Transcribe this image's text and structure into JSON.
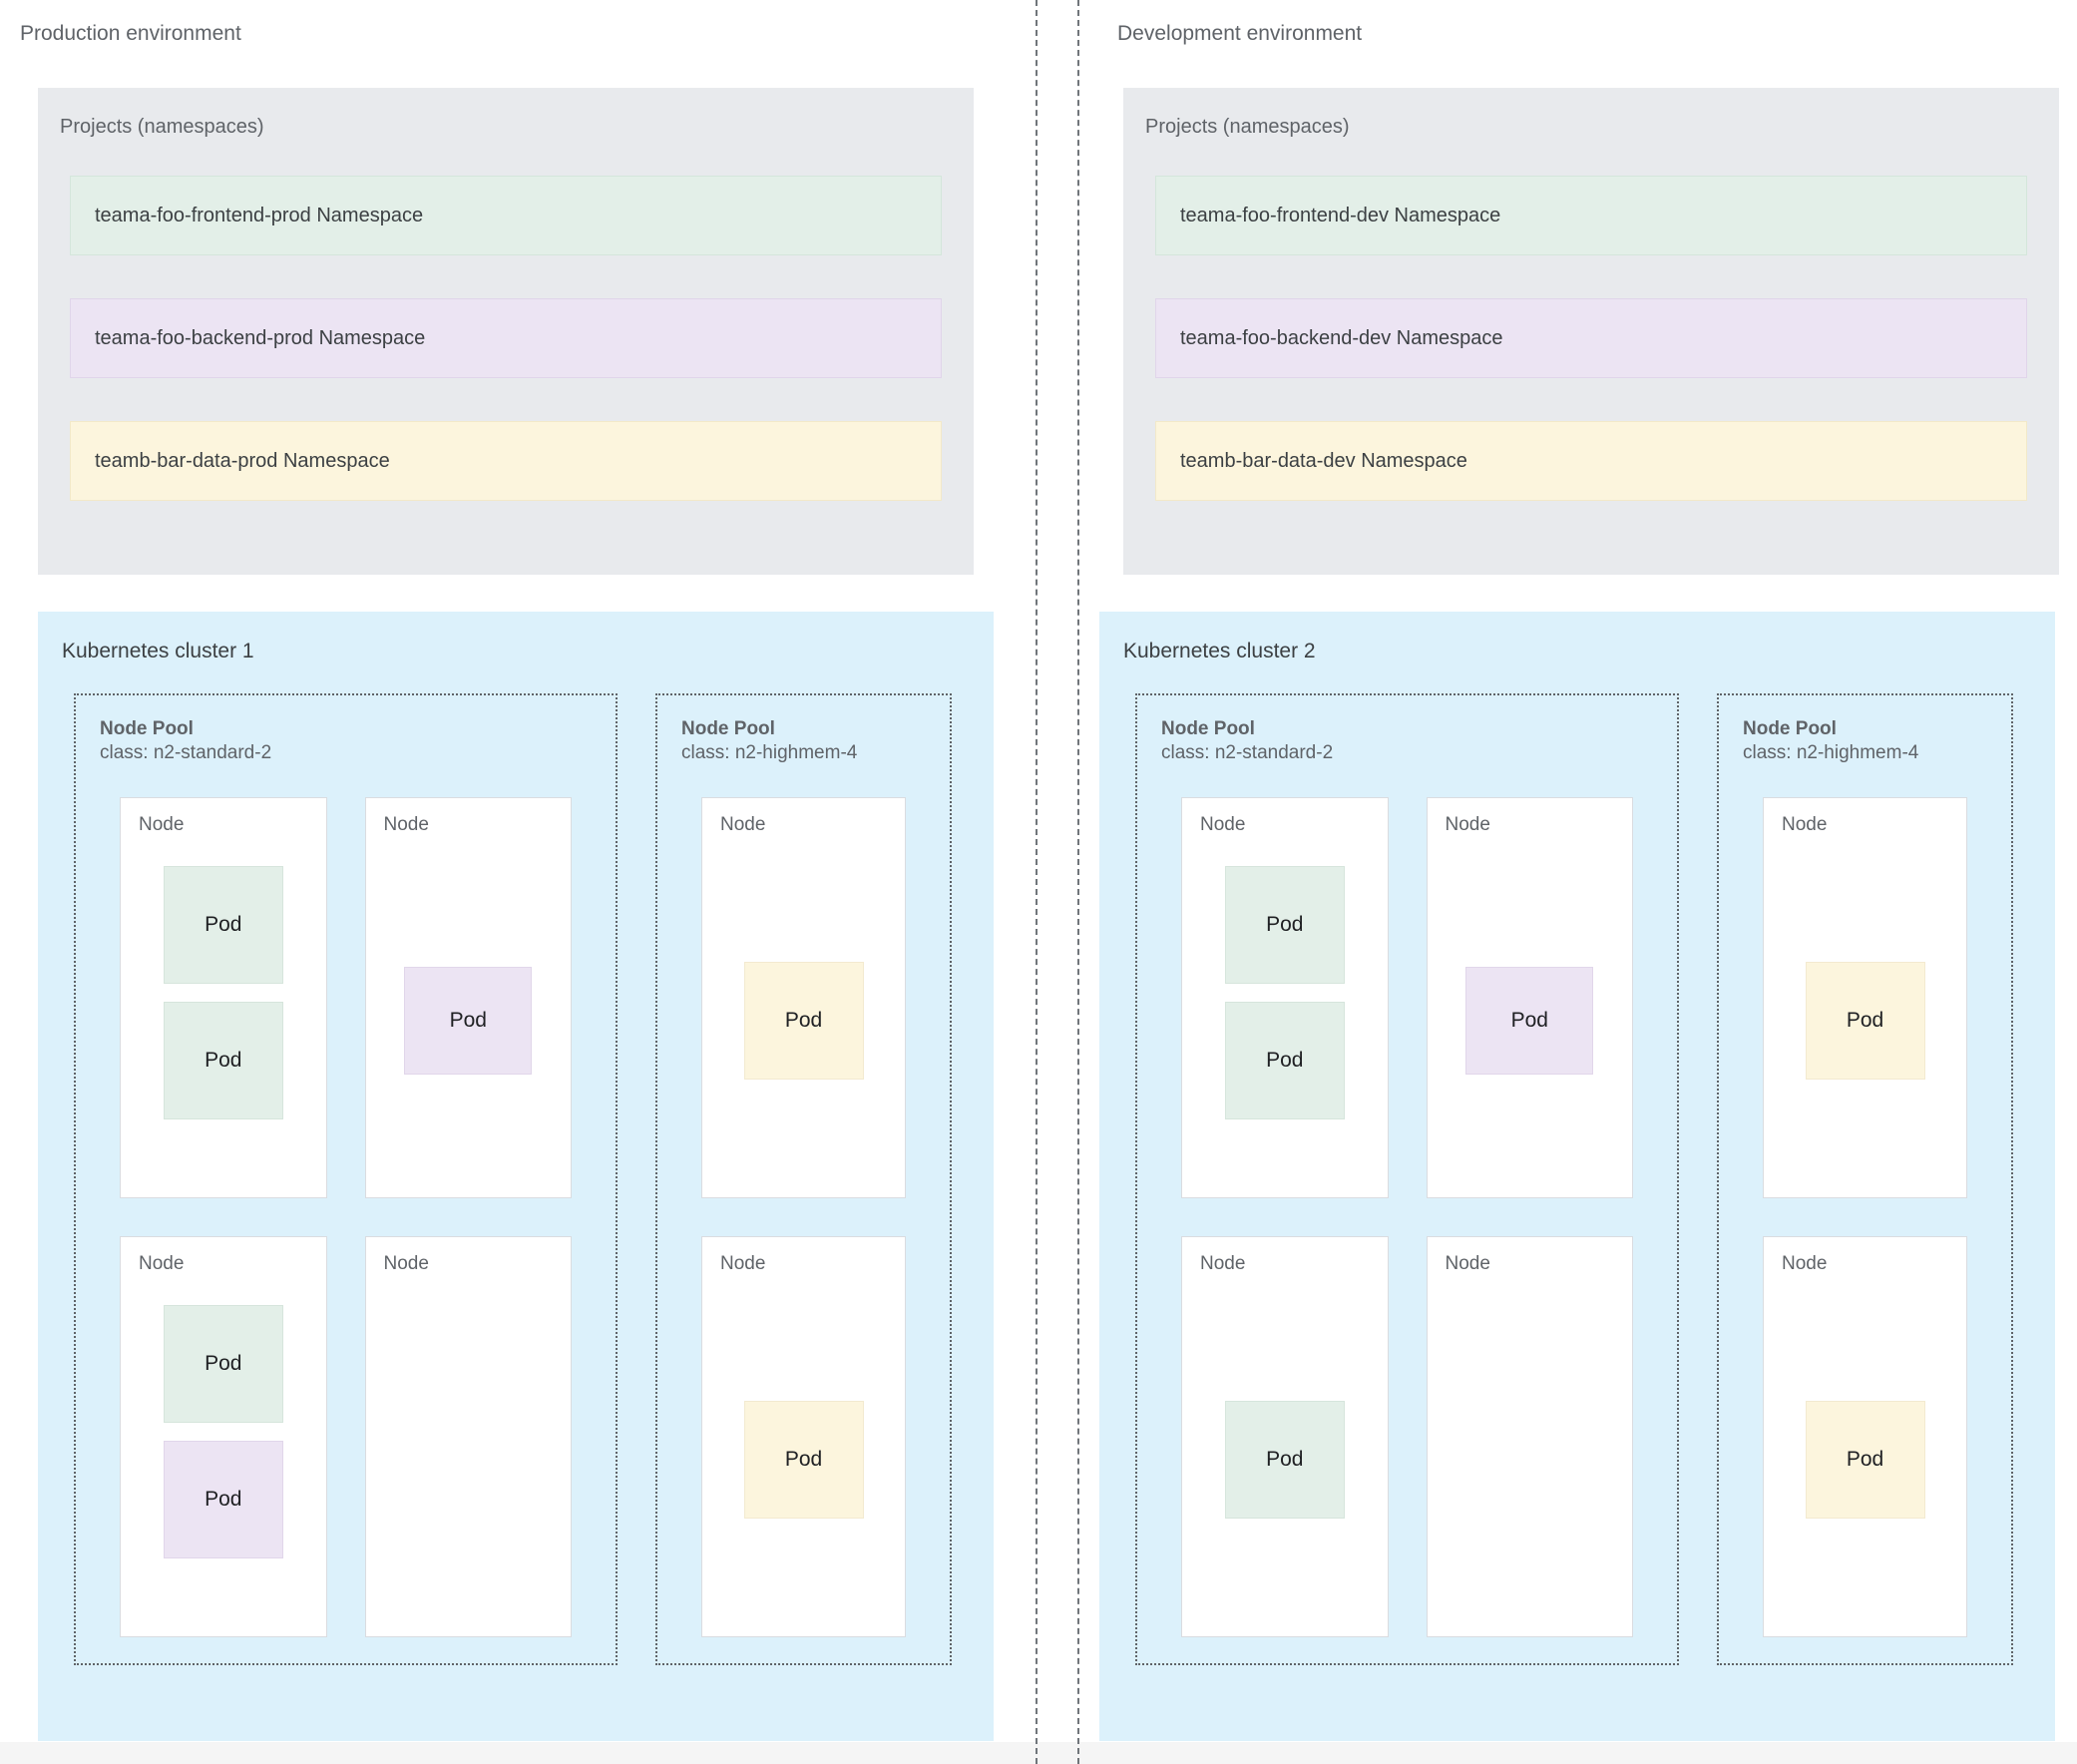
{
  "environments": [
    {
      "title": "Production environment",
      "projects": {
        "panel_title": "Projects (namespaces)",
        "namespaces": [
          {
            "label": "teama-foo-frontend-prod Namespace",
            "color": "green"
          },
          {
            "label": "teama-foo-backend-prod Namespace",
            "color": "purple"
          },
          {
            "label": "teamb-bar-data-prod Namespace",
            "color": "yellow"
          }
        ]
      },
      "cluster": {
        "title": "Kubernetes cluster 1",
        "node_pools": [
          {
            "name": "Node Pool",
            "class": "class: n2-standard-2",
            "size": "wide",
            "columns": 2,
            "nodes": [
              {
                "label": "Node",
                "align": "top",
                "pods": [
                  {
                    "label": "Pod",
                    "color": "green"
                  },
                  {
                    "label": "Pod",
                    "color": "green"
                  }
                ]
              },
              {
                "label": "Node",
                "align": "center",
                "pods": [
                  {
                    "label": "Pod",
                    "color": "purple"
                  }
                ]
              },
              {
                "label": "Node",
                "align": "top",
                "pods": [
                  {
                    "label": "Pod",
                    "color": "green"
                  },
                  {
                    "label": "Pod",
                    "color": "purple"
                  }
                ]
              },
              {
                "label": "Node",
                "align": "top",
                "pods": []
              }
            ]
          },
          {
            "name": "Node Pool",
            "class": "class: n2-highmem-4",
            "size": "narrow",
            "columns": 1,
            "nodes": [
              {
                "label": "Node",
                "align": "center",
                "pods": [
                  {
                    "label": "Pod",
                    "color": "yellow"
                  }
                ]
              },
              {
                "label": "Node",
                "align": "center",
                "pods": [
                  {
                    "label": "Pod",
                    "color": "yellow"
                  }
                ]
              }
            ]
          }
        ]
      }
    },
    {
      "title": "Development environment",
      "projects": {
        "panel_title": "Projects (namespaces)",
        "namespaces": [
          {
            "label": "teama-foo-frontend-dev Namespace",
            "color": "green"
          },
          {
            "label": "teama-foo-backend-dev Namespace",
            "color": "purple"
          },
          {
            "label": "teamb-bar-data-dev Namespace",
            "color": "yellow"
          }
        ]
      },
      "cluster": {
        "title": "Kubernetes cluster 2",
        "node_pools": [
          {
            "name": "Node Pool",
            "class": "class: n2-standard-2",
            "size": "wide",
            "columns": 2,
            "nodes": [
              {
                "label": "Node",
                "align": "top",
                "pods": [
                  {
                    "label": "Pod",
                    "color": "green"
                  },
                  {
                    "label": "Pod",
                    "color": "green"
                  }
                ]
              },
              {
                "label": "Node",
                "align": "center",
                "pods": [
                  {
                    "label": "Pod",
                    "color": "purple"
                  }
                ]
              },
              {
                "label": "Node",
                "align": "center",
                "pods": [
                  {
                    "label": "Pod",
                    "color": "green"
                  }
                ]
              },
              {
                "label": "Node",
                "align": "top",
                "pods": []
              }
            ]
          },
          {
            "name": "Node Pool",
            "class": "class: n2-highmem-4",
            "size": "narrow",
            "columns": 1,
            "nodes": [
              {
                "label": "Node",
                "align": "center",
                "pods": [
                  {
                    "label": "Pod",
                    "color": "yellow"
                  }
                ]
              },
              {
                "label": "Node",
                "align": "center",
                "pods": [
                  {
                    "label": "Pod",
                    "color": "yellow"
                  }
                ]
              }
            ]
          }
        ]
      }
    }
  ],
  "colors": {
    "panel_gray": "#e8eaed",
    "cluster_blue": "#dcf1fb",
    "green": "#e3efe8",
    "purple": "#ece4f3",
    "yellow": "#fcf5dd",
    "text_gray": "#5f6368",
    "text_dark": "#3c4043",
    "divider": "#70757a"
  }
}
